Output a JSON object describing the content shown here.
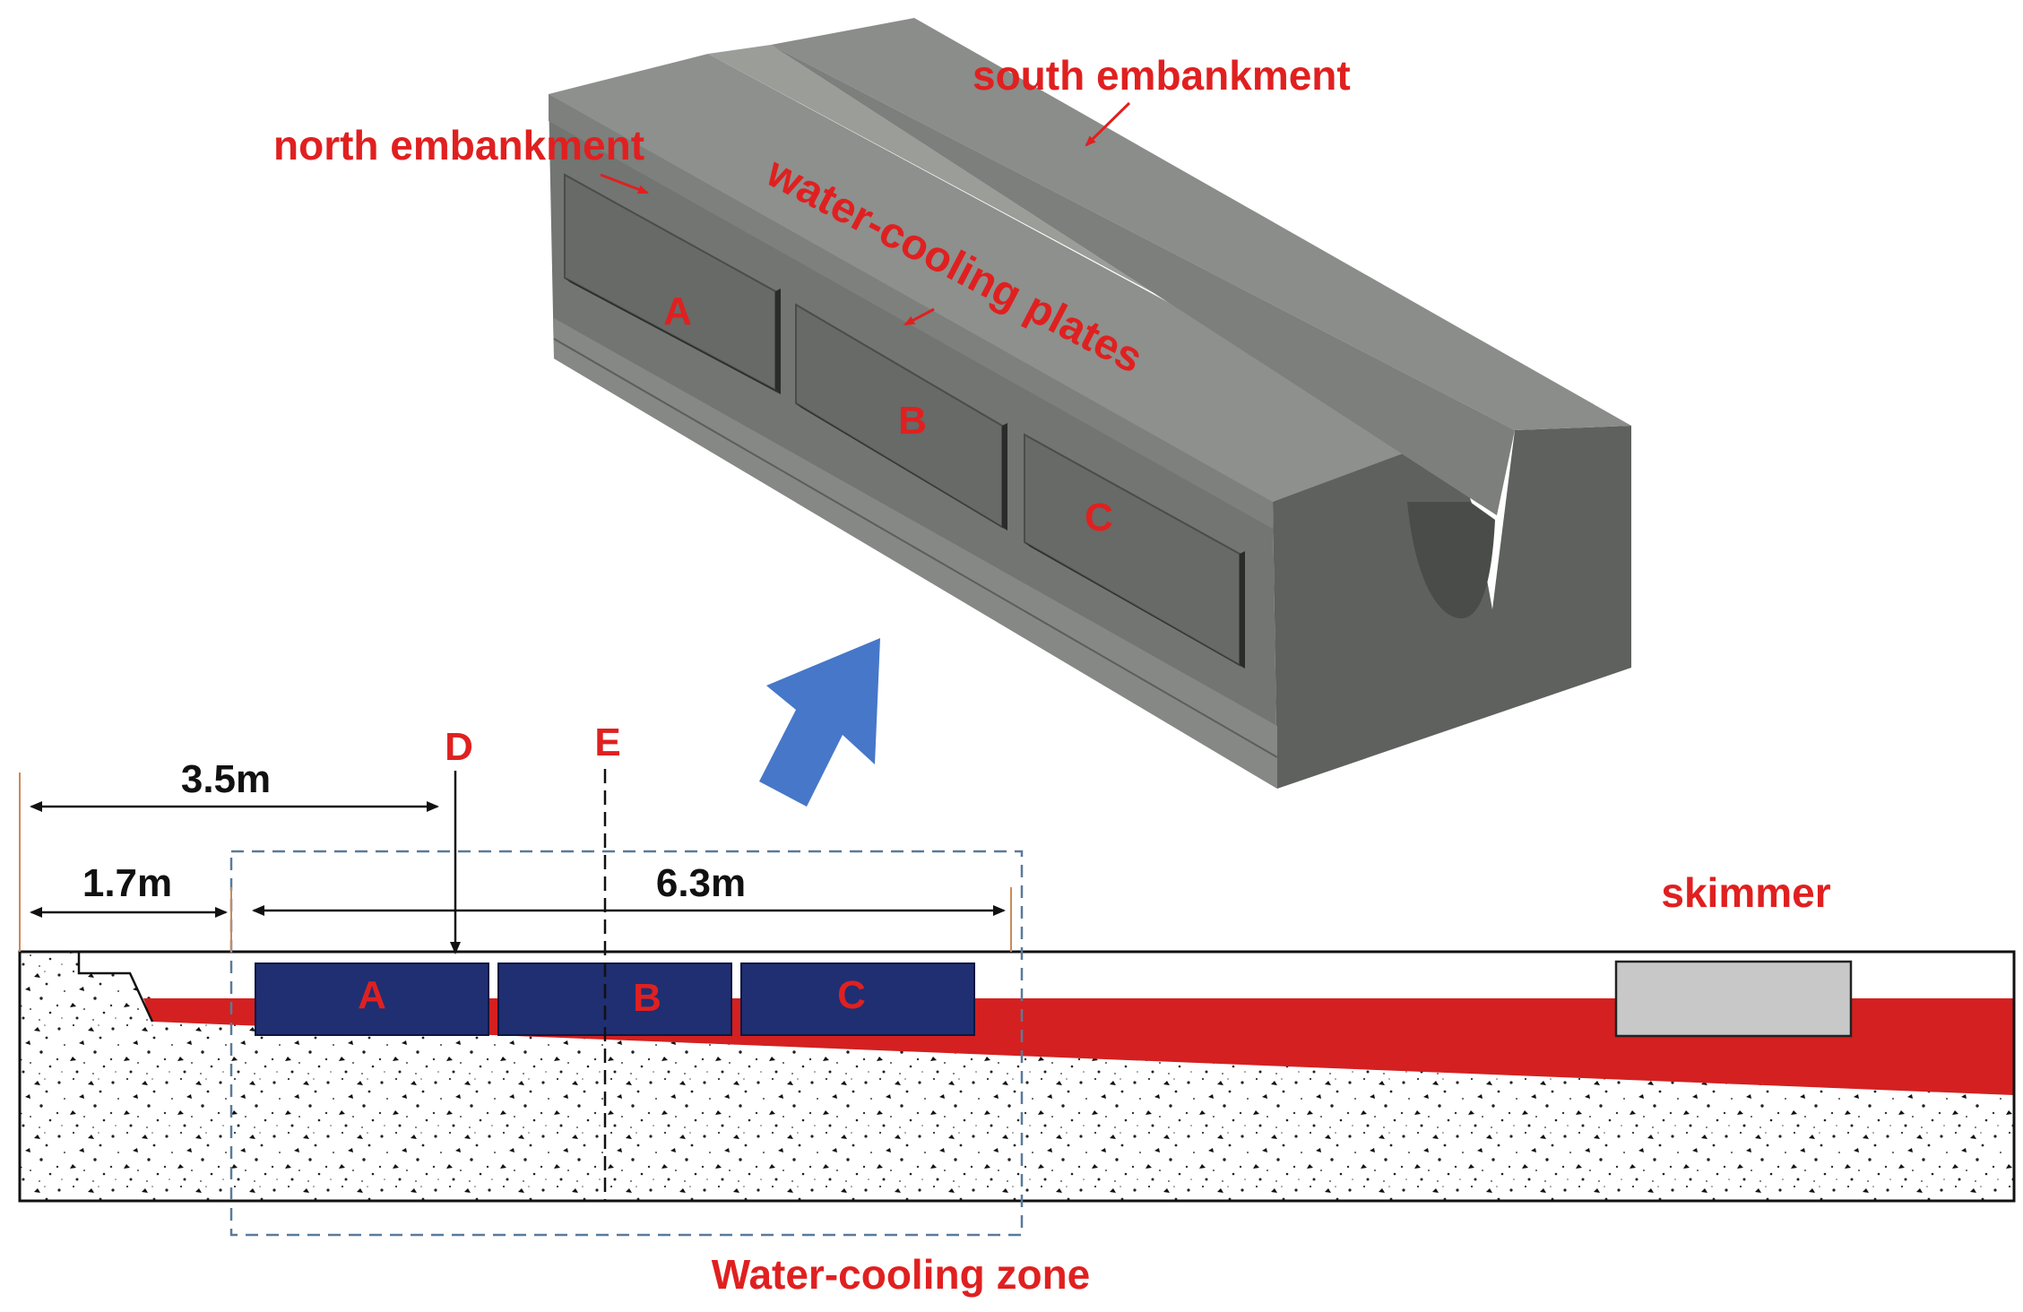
{
  "model_3d": {
    "labels": {
      "south_embankment": "south embankment",
      "north_embankment": "north embankment",
      "water_cooling_plates": "water-cooling plates"
    },
    "plates": [
      "A",
      "B",
      "C"
    ]
  },
  "section": {
    "markers": {
      "d": "D",
      "e": "E"
    },
    "dimensions": {
      "d1": "3.5m",
      "d2": "1.7m",
      "d3": "6.3m"
    },
    "plates": [
      "A",
      "B",
      "C"
    ],
    "skimmer_label": "skimmer",
    "zone_label": "Water-cooling zone"
  },
  "colors": {
    "label_red": "#e02020",
    "arrow_blue": "#4677c9",
    "plate_navy": "#1f2f72",
    "liquid_red": "#d42020",
    "block_top": "#8a8d89",
    "block_front": "#6e716e",
    "block_right": "#5f625f",
    "skimmer_gray": "#c8c8c8",
    "zone_dash": "#5a7a9a"
  }
}
